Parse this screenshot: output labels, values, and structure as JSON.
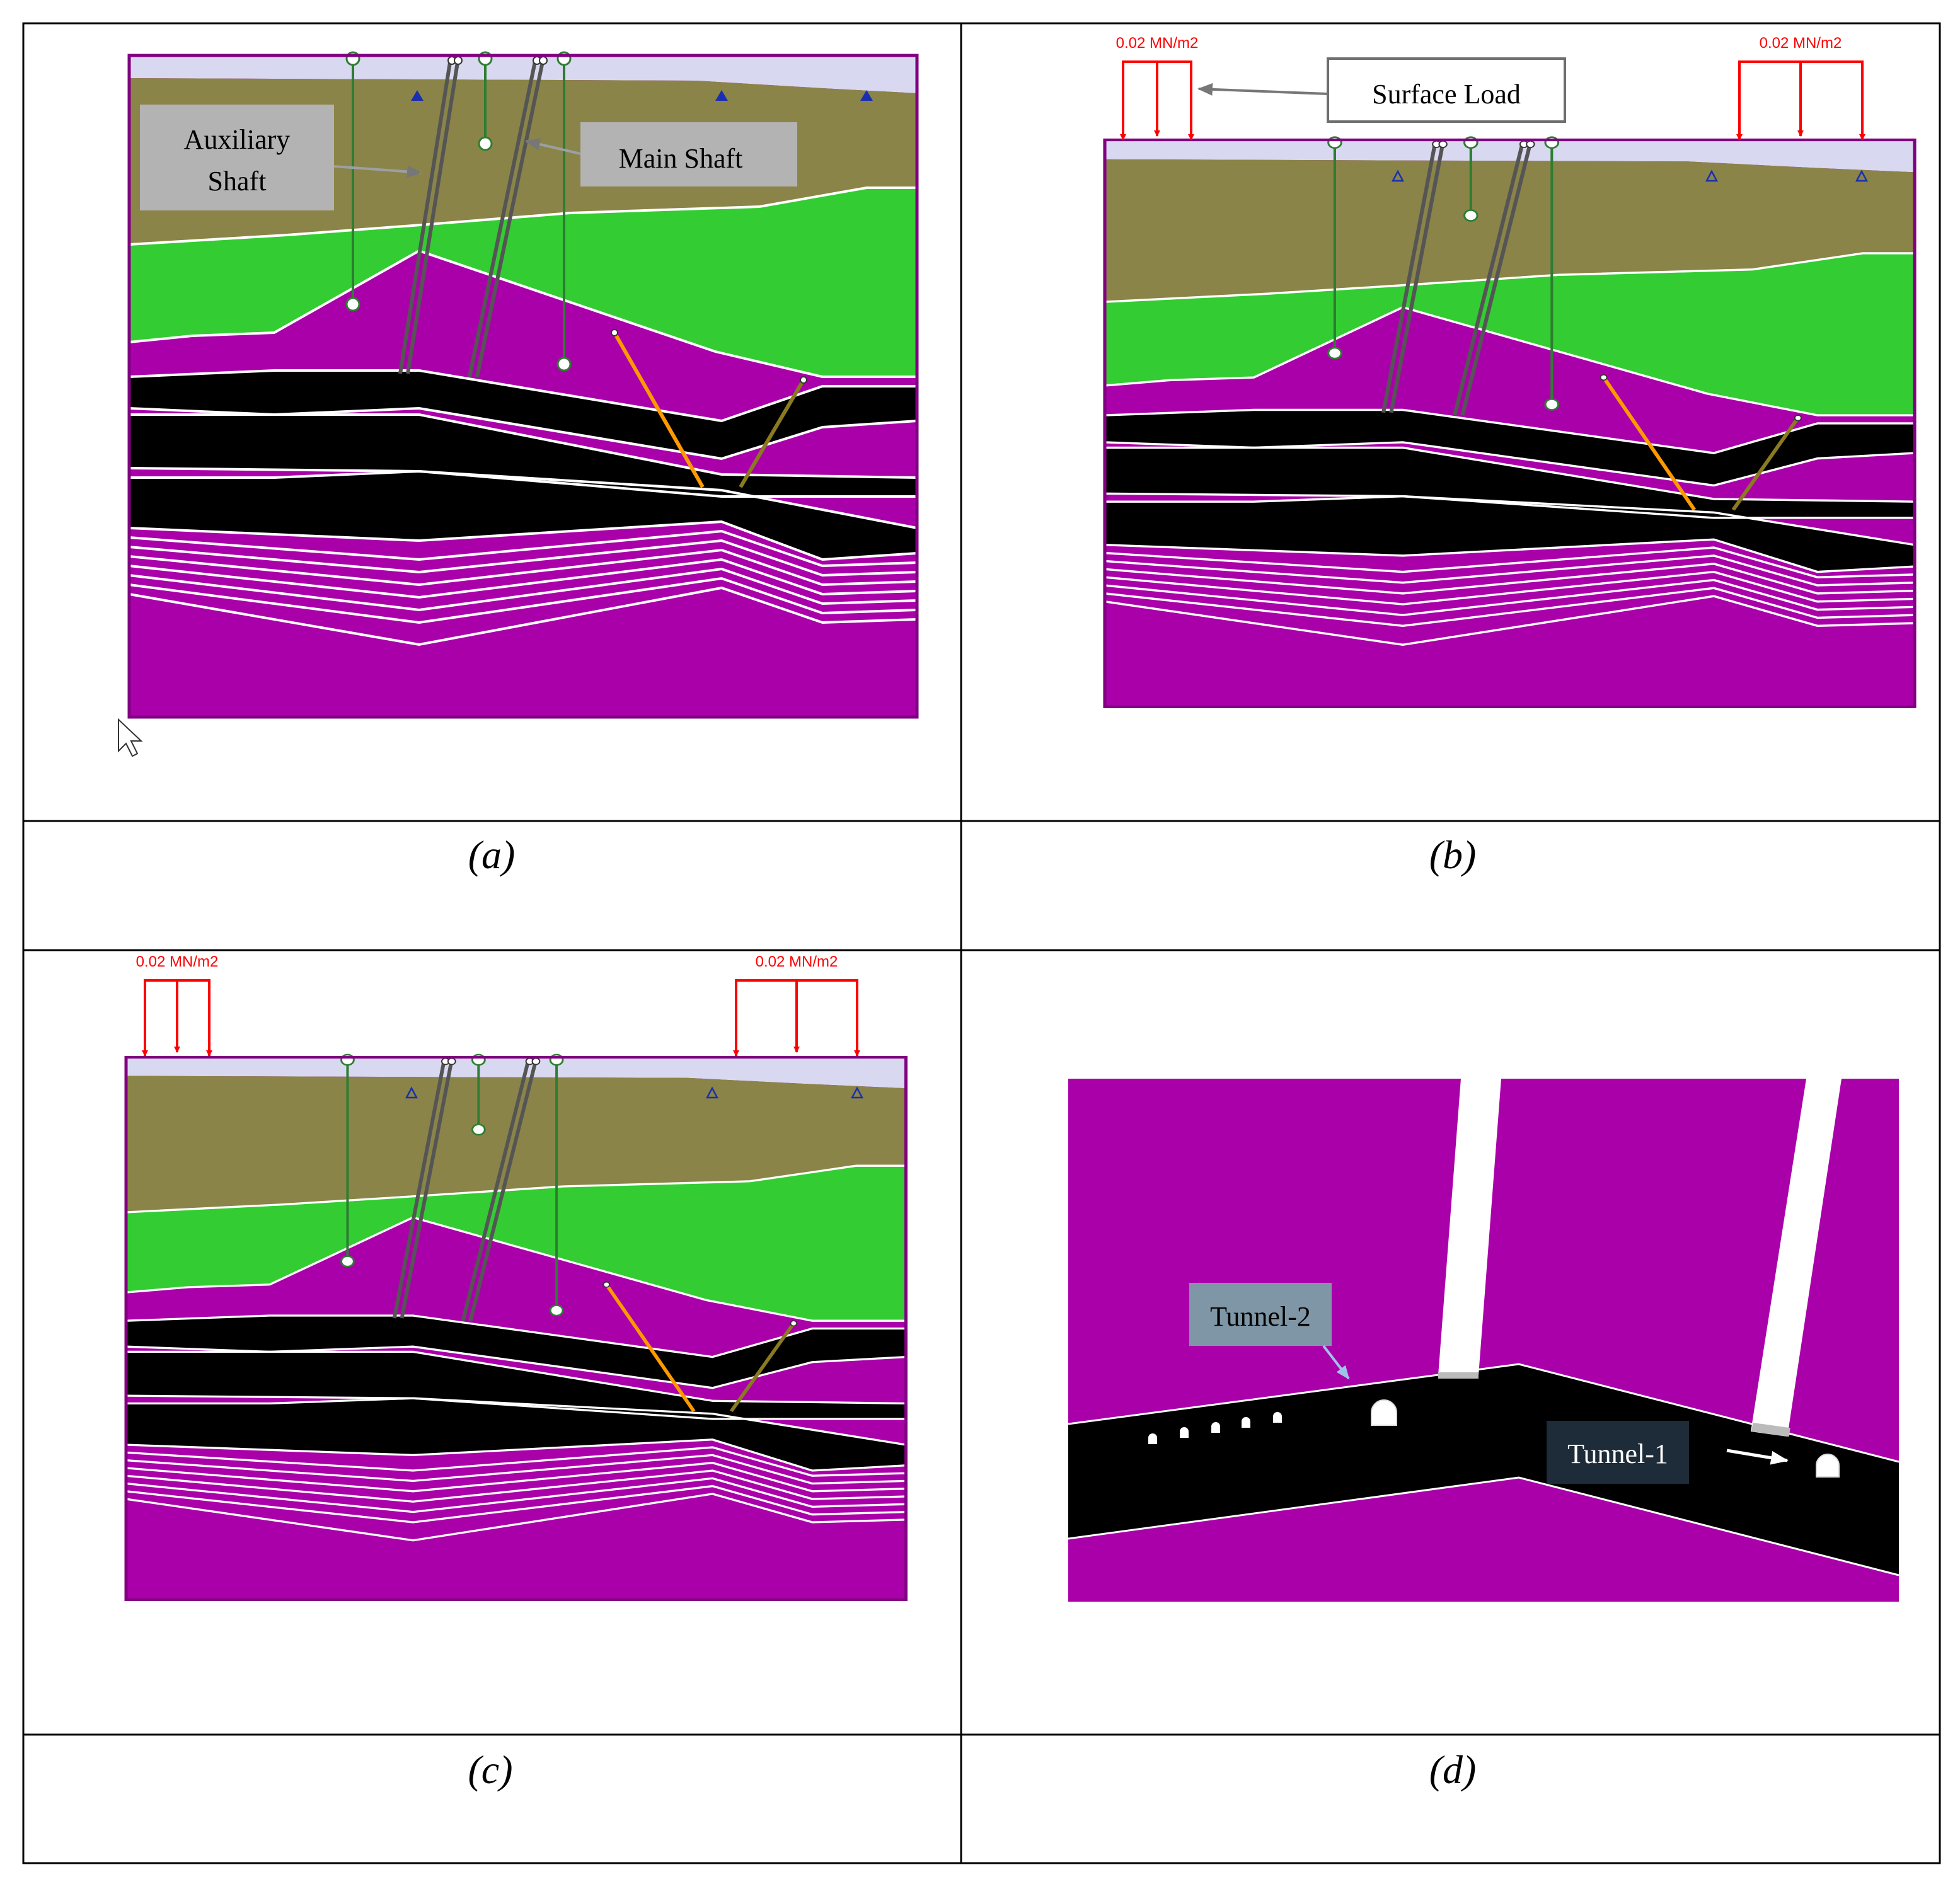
{
  "panels": {
    "a": {
      "caption": "(a)",
      "labels": {
        "auxiliary_line1": "Auxiliary",
        "auxiliary_line2": "Shaft",
        "main_shaft": "Main Shaft"
      }
    },
    "b": {
      "caption": "(b)",
      "labels": {
        "surface_load": "Surface Load",
        "load_left": "0.02 MN/m2",
        "load_right": "0.02 MN/m2"
      }
    },
    "c": {
      "caption": "(c)",
      "labels": {
        "load_left": "0.02 MN/m2",
        "load_right": "0.02 MN/m2"
      }
    },
    "d": {
      "caption": "(d)",
      "labels": {
        "tunnel_2": "Tunnel-2",
        "tunnel_1": "Tunnel-1"
      }
    }
  },
  "colors": {
    "top_soil": "#d8d8f0",
    "olive_layer": "#8b8448",
    "green_layer": "#33cc33",
    "magenta_rock": "#aa00aa",
    "coal_seam": "#000000",
    "shaft": "#555555",
    "piezometer": "#2e7d32",
    "fault_1": "#ff9900",
    "fault_2": "#8a7a20",
    "load_arrows": "#ff0000",
    "frame": "#800080"
  }
}
